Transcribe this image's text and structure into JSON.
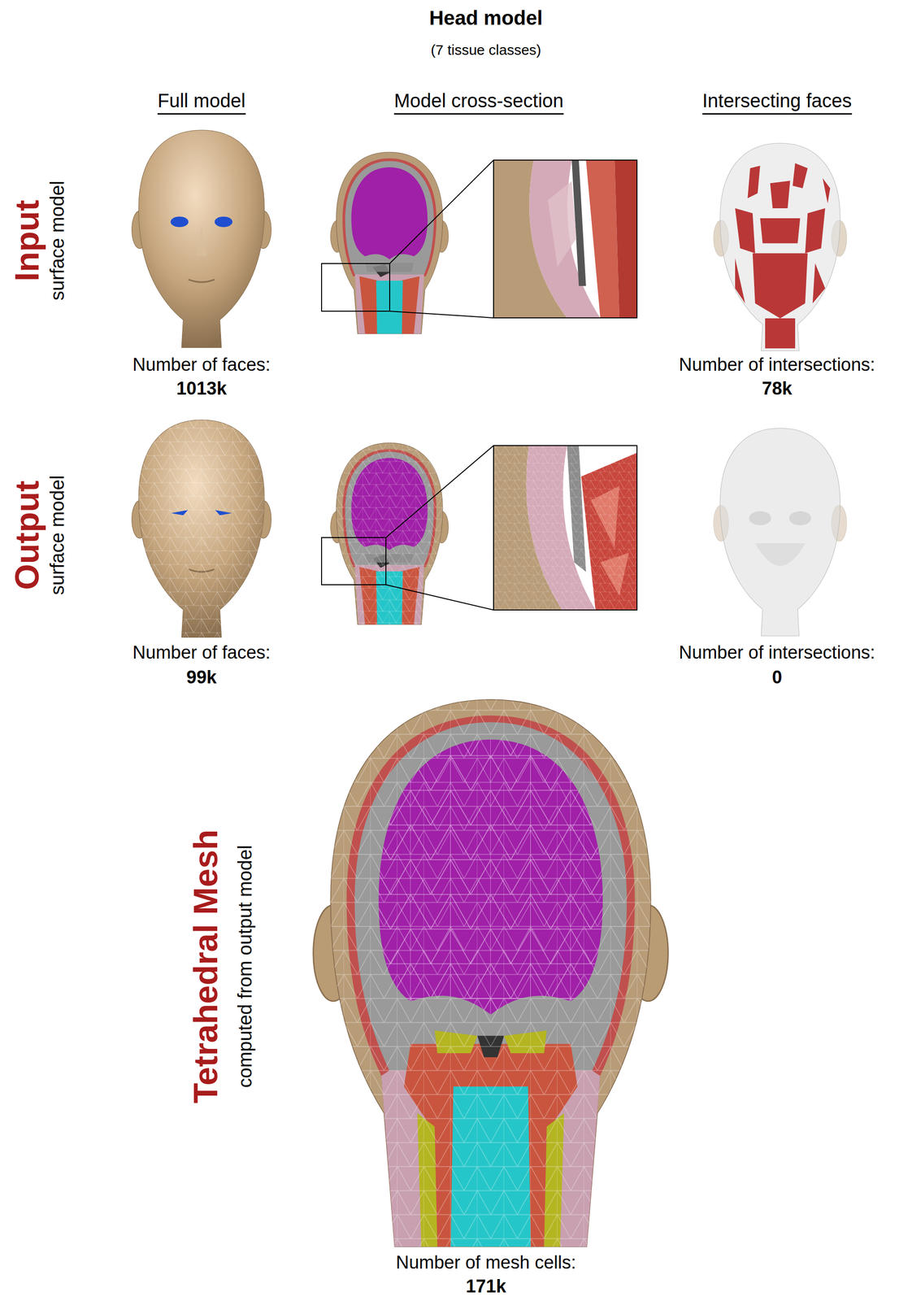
{
  "diagram": {
    "title": "Head model",
    "labels": [
      "(7 tissue classes)",
      "Full model",
      "Model cross-section",
      "Intersecting faces",
      "Input",
      "surface model",
      "Number of faces:",
      "1013k",
      "Number of intersections:",
      "78k",
      "Output",
      "surface model",
      "Number of faces:",
      "99k",
      "Number of intersections:",
      "0",
      "Tetrahedral Mesh",
      "computed from output model",
      "Number of mesh cells:",
      "171k"
    ]
  }
}
